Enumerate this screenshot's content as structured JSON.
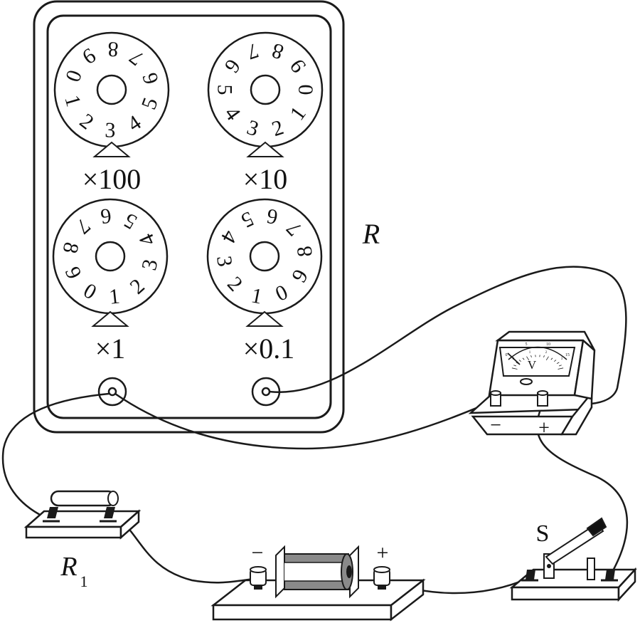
{
  "resistance_box": {
    "label": "R",
    "dials": [
      {
        "multiplier": "×100",
        "digits": [
          "0",
          "1",
          "2",
          "3",
          "4",
          "5",
          "6",
          "7",
          "8",
          "9"
        ]
      },
      {
        "multiplier": "×10",
        "digits": [
          "0",
          "1",
          "2",
          "3",
          "4",
          "5",
          "6",
          "7",
          "8",
          "9"
        ]
      },
      {
        "multiplier": "×1",
        "digits": [
          "0",
          "1",
          "2",
          "3",
          "4",
          "5",
          "6",
          "7",
          "8",
          "9"
        ]
      },
      {
        "multiplier": "×0.1",
        "digits": [
          "0",
          "1",
          "2",
          "3",
          "4",
          "5",
          "6",
          "7",
          "8",
          "9"
        ]
      }
    ]
  },
  "voltmeter": {
    "symbol": "V",
    "minus_terminal": "−",
    "plus_terminal": "+",
    "scale_ticks": [
      "0",
      "5",
      "10",
      "15"
    ],
    "scale_ticks_small": [
      "0",
      "1",
      "2",
      "3"
    ]
  },
  "resistor": {
    "label": "R",
    "subscript": "1"
  },
  "battery": {
    "minus": "−",
    "plus": "+"
  },
  "switch": {
    "label": "S"
  },
  "colors": {
    "line": "#1a1a1a",
    "battery_gray": "#8a8a8a",
    "switch_handle": "#111111"
  }
}
